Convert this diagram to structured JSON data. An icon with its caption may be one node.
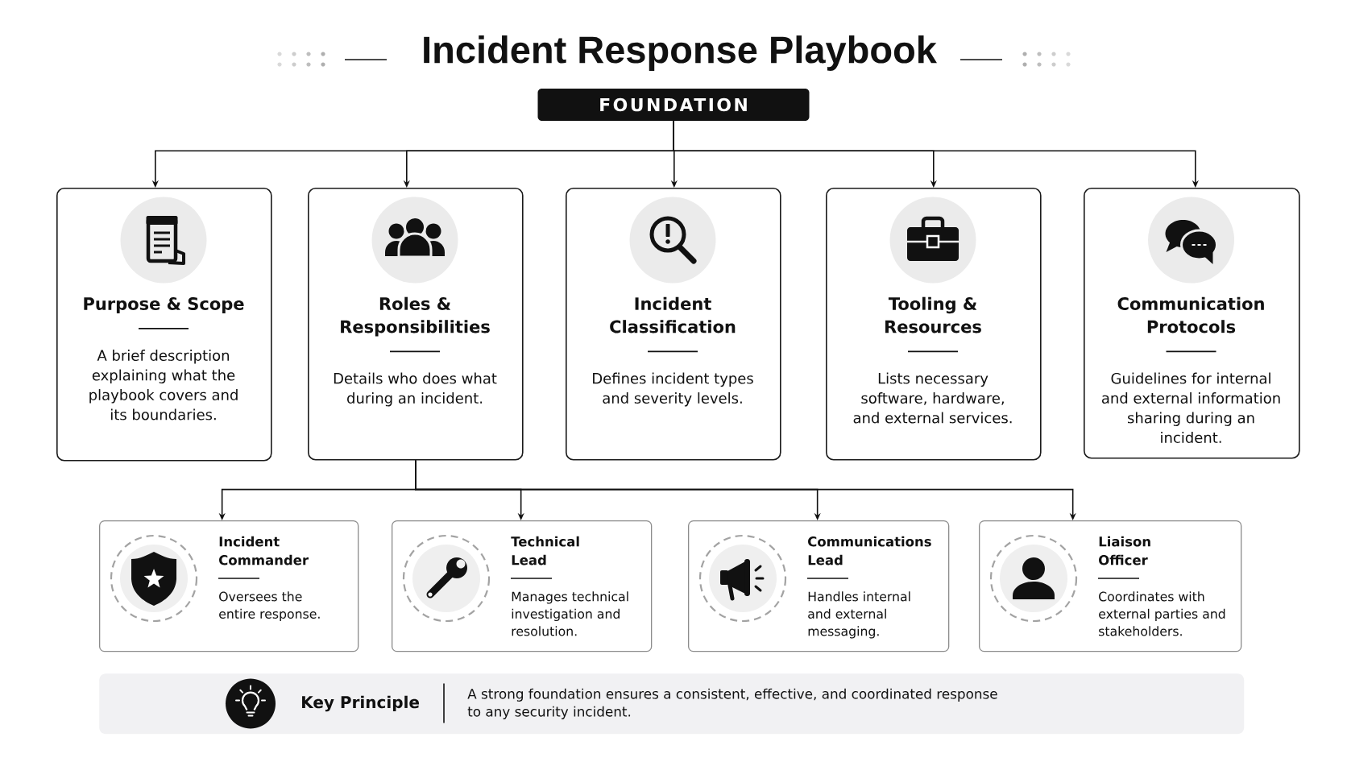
{
  "diagram": {
    "title": "Incident Response Playbook",
    "nodes": [
      {
        "text": [
          "FOUNDATION"
        ]
      },
      {
        "text": [
          "Purpose & Scope",
          "A brief description explaining what the playbook covers and its boundaries."
        ]
      },
      {
        "text": [
          "Roles & Responsibilities",
          "Details who does what during an incident."
        ]
      },
      {
        "text": [
          "Incident Classification",
          "Defines incident types and severity levels."
        ]
      },
      {
        "text": [
          "Tooling & Resources",
          "Lists necessary software, hardware, and external services."
        ]
      },
      {
        "text": [
          "Communication Protocols",
          "Guidelines for internal and external information sharing during an incident."
        ]
      },
      {
        "text": [
          "Incident Commander",
          "Oversees the entire response."
        ]
      },
      {
        "text": [
          "Technical Lead",
          "Manages technical investigation and resolution."
        ]
      },
      {
        "text": [
          "Communications Lead",
          "Handles internal and external messaging."
        ]
      },
      {
        "text": [
          "Liaison Officer",
          "Coordinates with external parties and stakeholders."
        ]
      },
      {
        "text": [
          "Key Principle",
          "A strong foundation ensures a consistent, effective, and coordinated response to any security incident."
        ]
      }
    ],
    "edges": [
      {
        "from": 0,
        "to": 1,
        "arrow": "to"
      },
      {
        "from": 0,
        "to": 2,
        "arrow": "to"
      },
      {
        "from": 0,
        "to": 3,
        "arrow": "to"
      },
      {
        "from": 0,
        "to": 4,
        "arrow": "to"
      },
      {
        "from": 0,
        "to": 5,
        "arrow": "to"
      },
      {
        "from": 2,
        "to": 6,
        "arrow": "to"
      },
      {
        "from": 2,
        "to": 7,
        "arrow": "to"
      },
      {
        "from": 2,
        "to": 8,
        "arrow": "to"
      },
      {
        "from": 2,
        "to": 9,
        "arrow": "to"
      }
    ]
  }
}
